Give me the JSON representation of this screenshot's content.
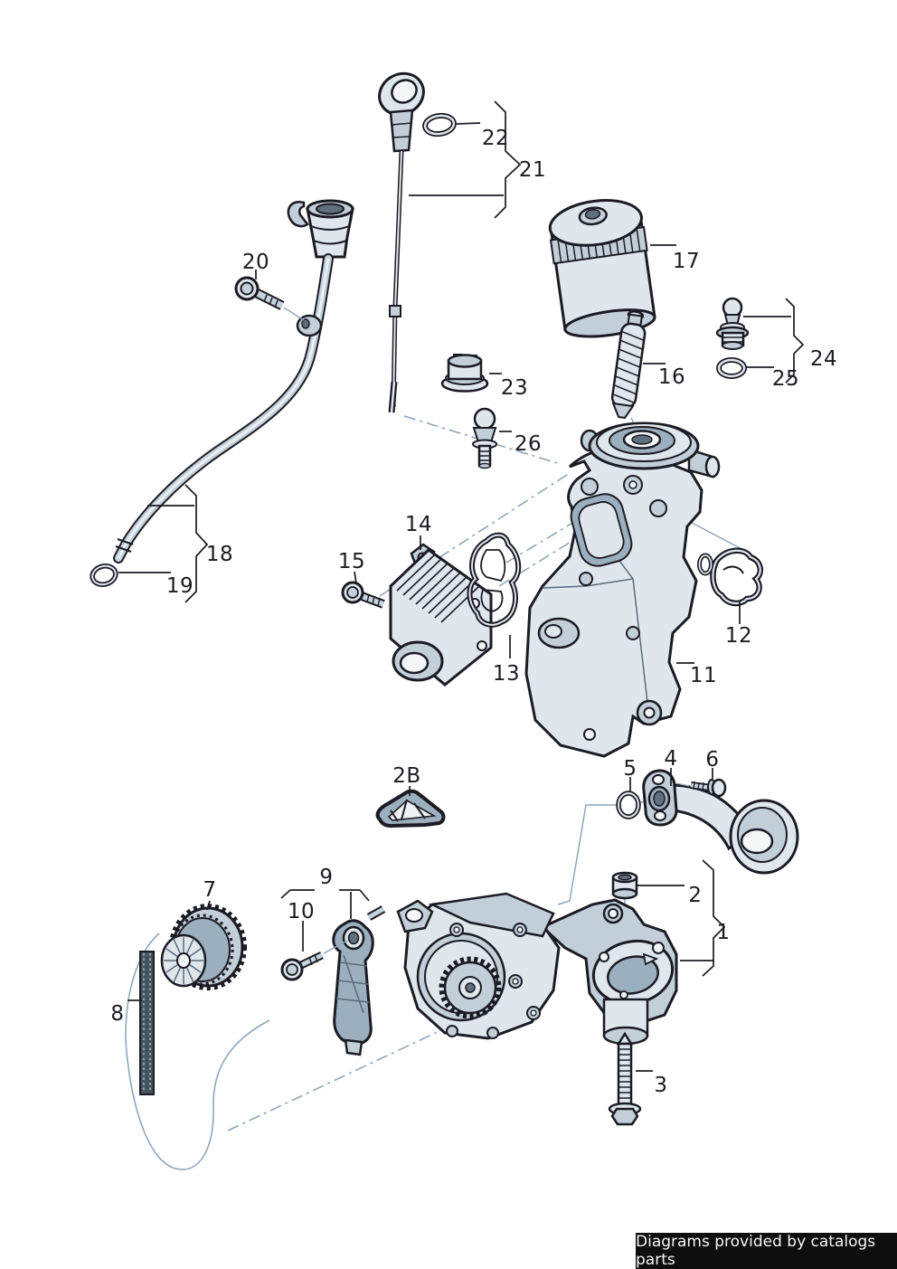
{
  "footer": {
    "text": "Diagrams provided by catalogs parts"
  },
  "callouts": [
    {
      "text": "1"
    },
    {
      "text": "2"
    },
    {
      "text": "3"
    },
    {
      "text": "4"
    },
    {
      "text": "5"
    },
    {
      "text": "6"
    },
    {
      "text": "7"
    },
    {
      "text": "8"
    },
    {
      "text": "9"
    },
    {
      "text": "10"
    },
    {
      "text": "11"
    },
    {
      "text": "12"
    },
    {
      "text": "13"
    },
    {
      "text": "14"
    },
    {
      "text": "15"
    },
    {
      "text": "16"
    },
    {
      "text": "17"
    },
    {
      "text": "18"
    },
    {
      "text": "19"
    },
    {
      "text": "20"
    },
    {
      "text": "21"
    },
    {
      "text": "22"
    },
    {
      "text": "23"
    },
    {
      "text": "24"
    },
    {
      "text": "25"
    },
    {
      "text": "26"
    },
    {
      "text": "2B"
    }
  ],
  "colors": {
    "line": "#1b1b24",
    "fill1": "#dfe7ed",
    "fill2": "#c2cfd9",
    "fill3": "#9bafbe",
    "fill4": "#5f6f7d",
    "construct": "#8da7bb",
    "label": "#1b1b24",
    "footer_bg": "#0e0e0e",
    "footer_text": "#f5f5f5",
    "canvas": "#ffffff"
  }
}
